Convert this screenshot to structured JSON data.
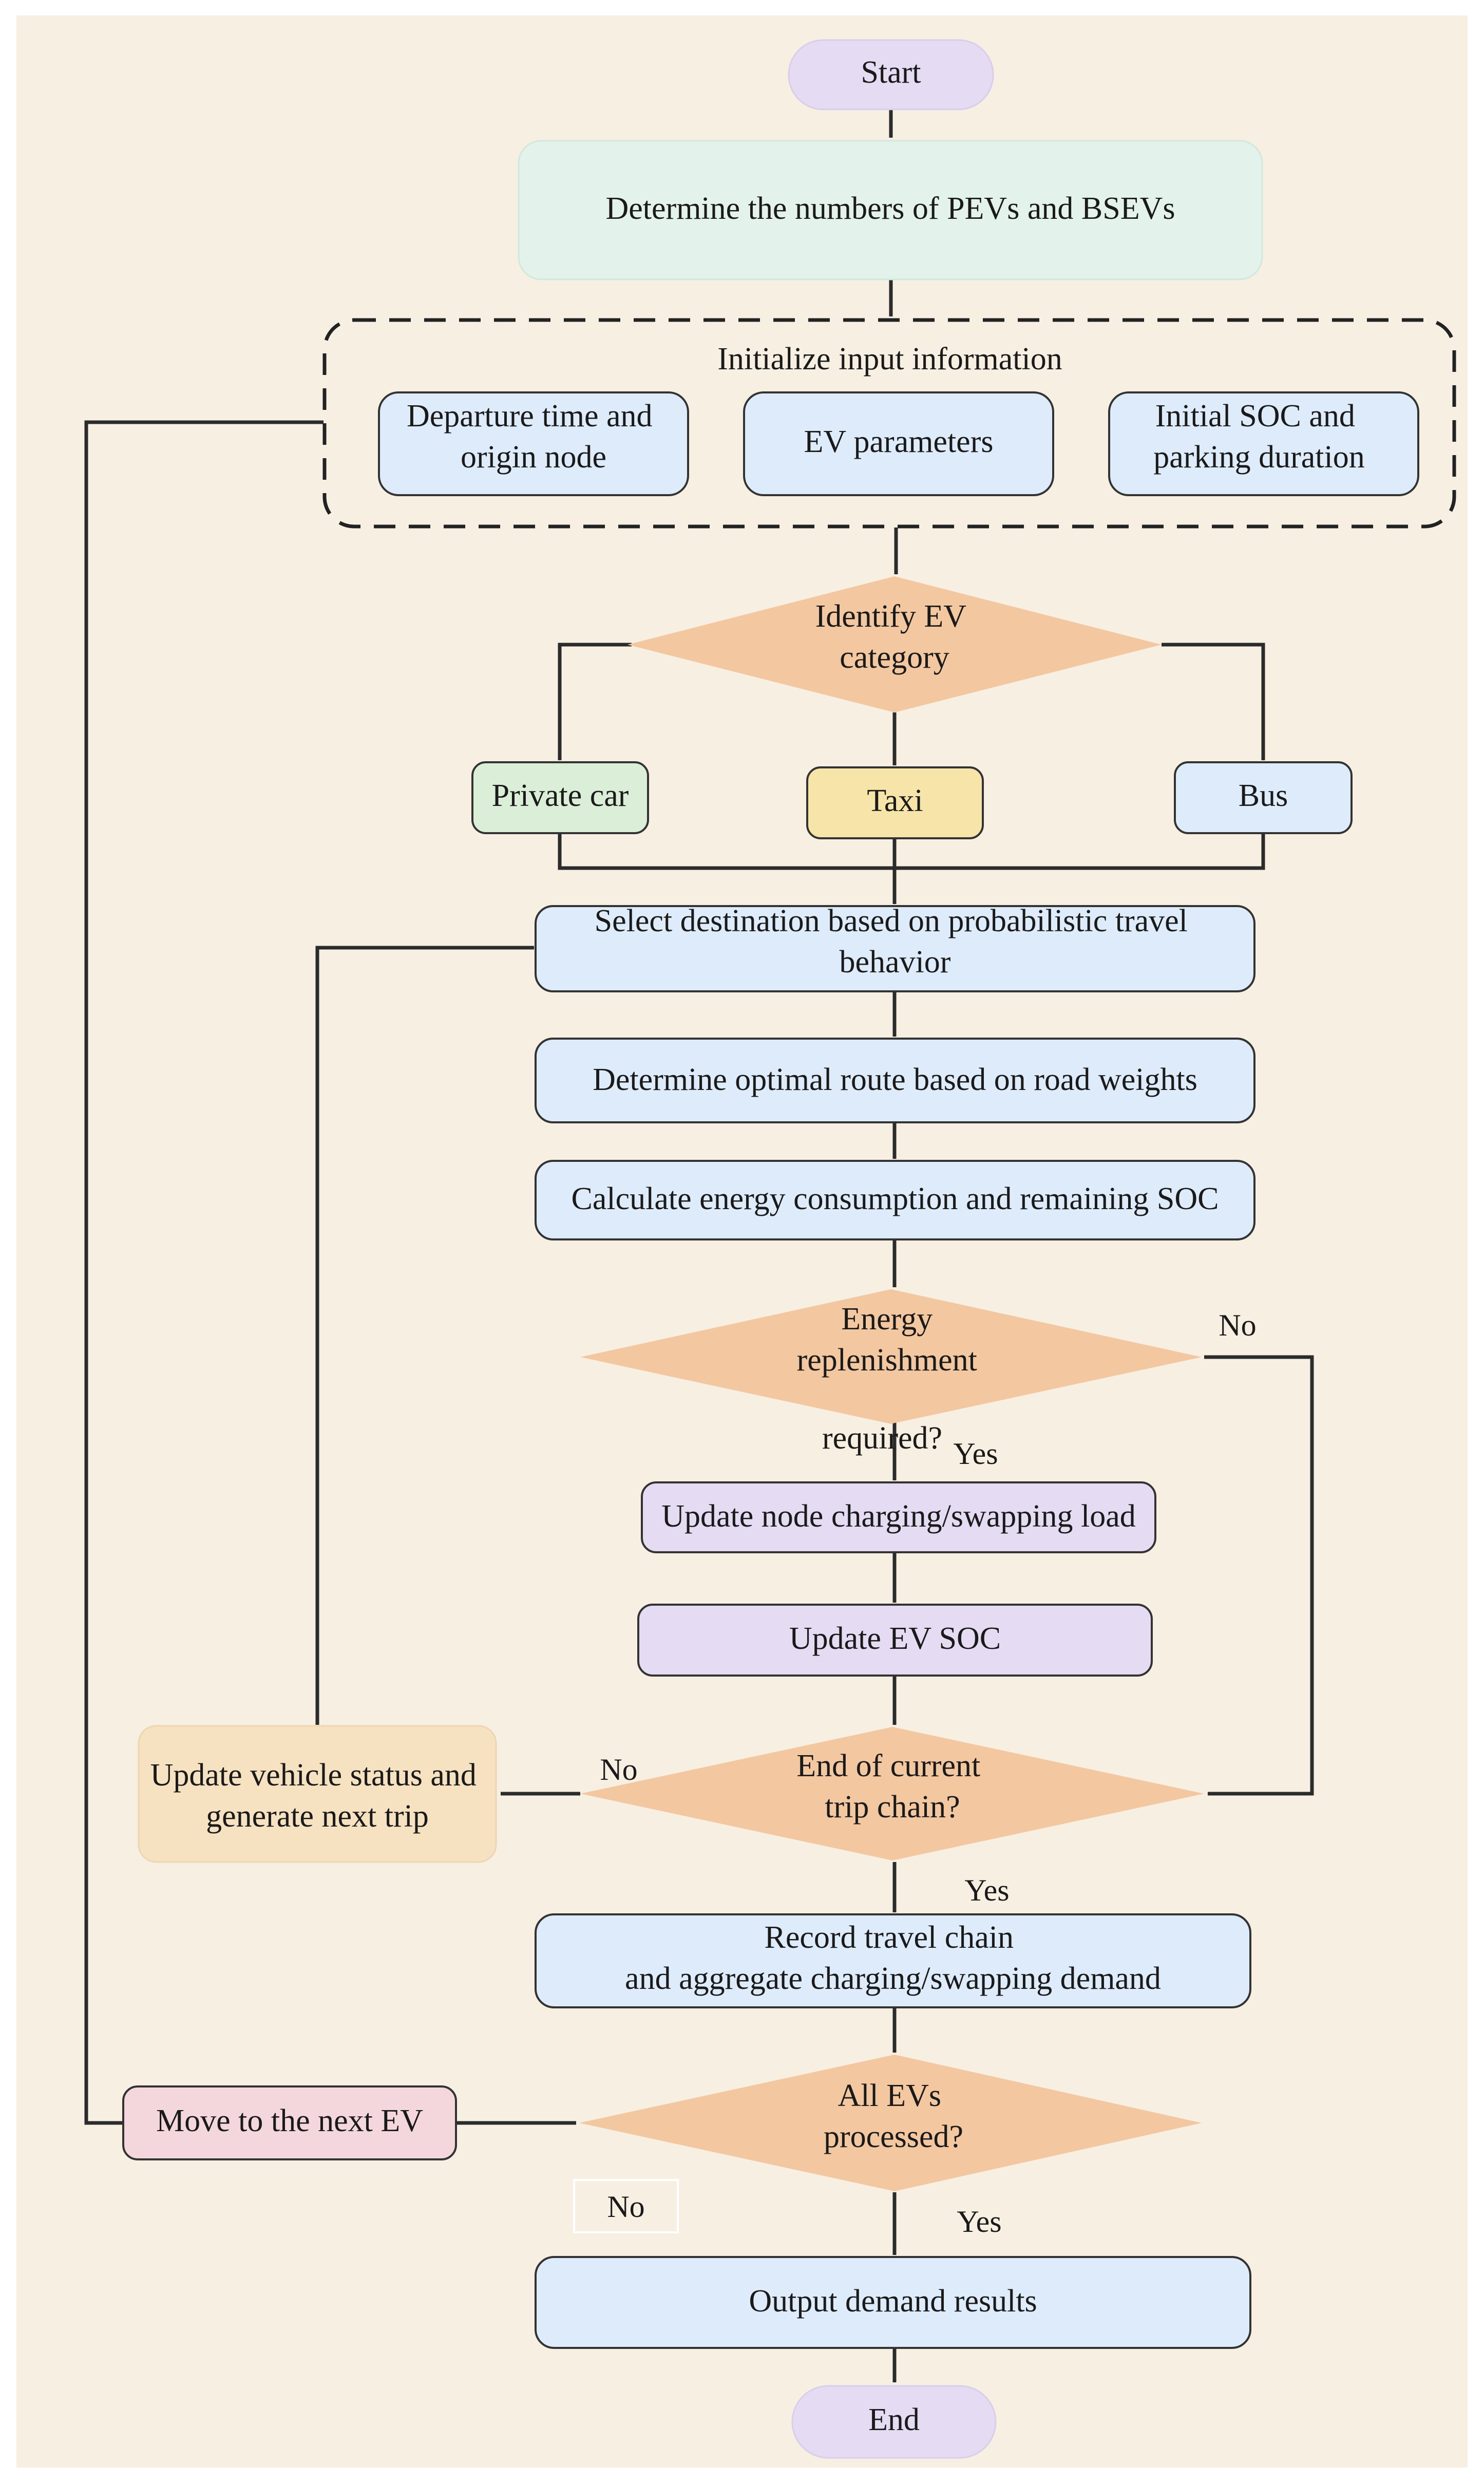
{
  "colors": {
    "background": "#F7EFE2",
    "terminal": "#E5DCF4",
    "green": "#E3F3EC",
    "blue": "#DDEBFA",
    "diamond": "#F3C7A0",
    "private_car": "#DBEFD8",
    "taxi": "#F7E4A9",
    "purple": "#E5DCF4",
    "tan": "#F6E1C1",
    "pink": "#F3D7DD",
    "stroke": "#333333"
  },
  "nodes": {
    "start": {
      "label": "Start"
    },
    "determine_numbers": {
      "label": "Determine the numbers of PEVs and BSEVs"
    },
    "init_group": {
      "label": "Initialize input information"
    },
    "departure_time": {
      "lines": [
        "Departure time and",
        "origin node"
      ]
    },
    "ev_parameters": {
      "label": "EV parameters"
    },
    "initial_soc": {
      "lines": [
        "Initial SOC and",
        "parking duration"
      ]
    },
    "identify_category": {
      "lines": [
        "Identify EV",
        "category"
      ]
    },
    "private_car": {
      "label": "Private car"
    },
    "taxi": {
      "label": "Taxi"
    },
    "bus": {
      "label": "Bus"
    },
    "select_destination": {
      "lines": [
        "Select destination based on probabilistic travel",
        "behavior"
      ]
    },
    "optimal_route": {
      "label": "Determine optimal route based on road weights"
    },
    "energy_consumption": {
      "label": "Calculate energy consumption and remaining SOC"
    },
    "energy_replenishment": {
      "lines": [
        "Energy",
        "replenishment",
        "required?"
      ]
    },
    "update_node_load": {
      "label": "Update node charging/swapping load"
    },
    "update_soc": {
      "label": "Update EV SOC"
    },
    "end_trip_chain": {
      "lines": [
        "End of current",
        "trip chain?"
      ]
    },
    "update_vehicle_status": {
      "lines": [
        "Update vehicle status and",
        "generate next trip"
      ]
    },
    "record_travel_chain": {
      "lines": [
        "Record travel chain",
        "and aggregate charging/swapping demand"
      ]
    },
    "all_evs_processed": {
      "lines": [
        "All EVs",
        "processed?"
      ]
    },
    "move_next_ev": {
      "label": "Move to the next EV"
    },
    "output_results": {
      "label": "Output demand results"
    },
    "end": {
      "label": "End"
    }
  },
  "edge_labels": {
    "replenish_no": "No",
    "replenish_yes": "Yes",
    "trip_chain_no": "No",
    "trip_chain_yes": "Yes",
    "all_processed_no": "No",
    "all_processed_yes": "Yes"
  }
}
